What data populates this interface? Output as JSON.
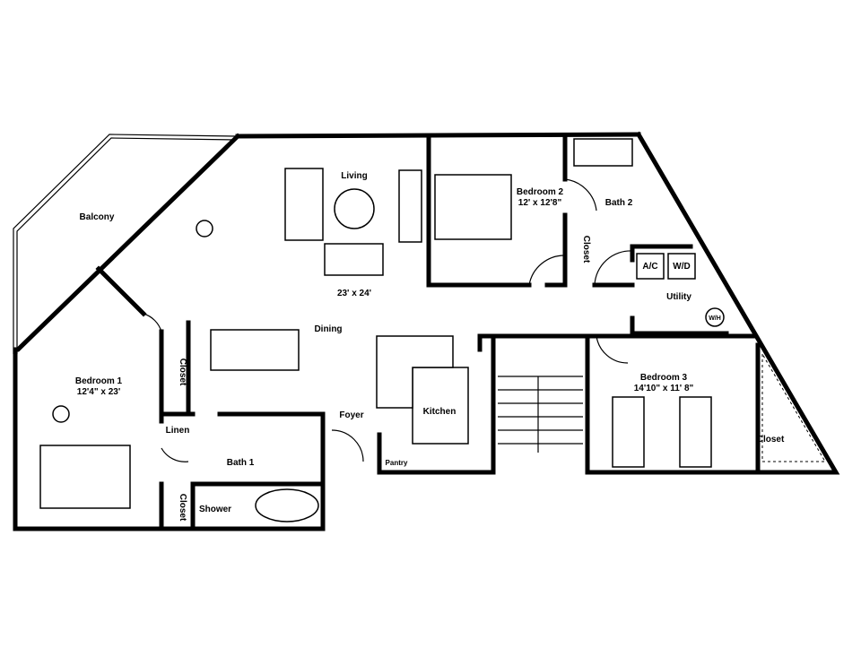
{
  "floorplan": {
    "rooms": {
      "balcony": "Balcony",
      "living": "Living",
      "living_size": "23' x 24'",
      "dining": "Dining",
      "bedroom2": "Bedroom 2",
      "bedroom2_size": "12' x 12'8\"",
      "bath2": "Bath 2",
      "closet_bed2": "Closet",
      "ac": "A/C",
      "wd": "W/D",
      "utility": "Utility",
      "wh": "W/H",
      "bedroom1": "Bedroom 1",
      "bedroom1_size": "12'4\" x 23'",
      "closet_bed1_upper": "Closet",
      "linen": "Linen",
      "bath1": "Bath 1",
      "shower": "Shower",
      "closet_bed1_lower": "Closet",
      "foyer": "Foyer",
      "kitchen": "Kitchen",
      "pantry": "Pantry",
      "bedroom3": "Bedroom 3",
      "bedroom3_size": "14'10\" x 11' 8\"",
      "closet_bed3": "Closet"
    }
  }
}
